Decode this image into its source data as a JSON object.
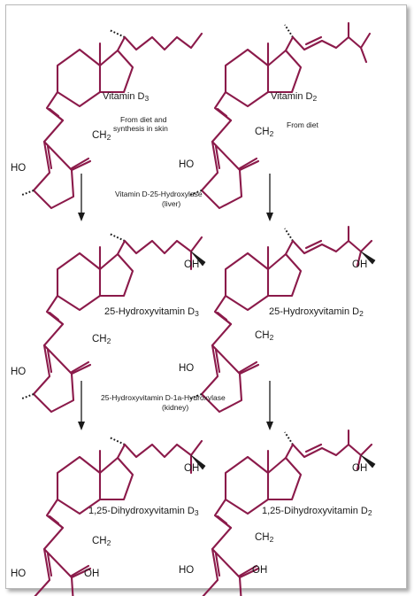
{
  "compounds": {
    "vitamin_d3": {
      "name": "Vitamin D",
      "sub": "3",
      "source": [
        "From diet and",
        "synthesis in skin"
      ]
    },
    "vitamin_d2": {
      "name": "Vitamin D",
      "sub": "2",
      "source": [
        "From diet"
      ]
    },
    "hydroxy_d3": {
      "name": "25-Hydroxyvitamin D",
      "sub": "3"
    },
    "hydroxy_d2": {
      "name": "25-Hydroxyvitamin D",
      "sub": "2"
    },
    "dihydroxy_d3": {
      "name": "1,25-Dihydroxyvitamin D",
      "sub": "3"
    },
    "dihydroxy_d2": {
      "name": "1,25-Dihydroxyvitamin D",
      "sub": "2"
    }
  },
  "enzymes": {
    "step1": [
      "Vitamin D-25-Hydroxylase",
      "(liver)"
    ],
    "step2": [
      "25-Hydroxyvitamin D-1a-Hydroxylase",
      "(kidney)"
    ]
  },
  "atoms": {
    "methylene": "CH",
    "methylene_sub": "2",
    "hydroxyl_left": "HO",
    "hydroxyl_right": "OH"
  },
  "colors": {
    "bonds": "#8b1a4a",
    "text": "#1a1a1a",
    "border": "#b9b9b9"
  }
}
